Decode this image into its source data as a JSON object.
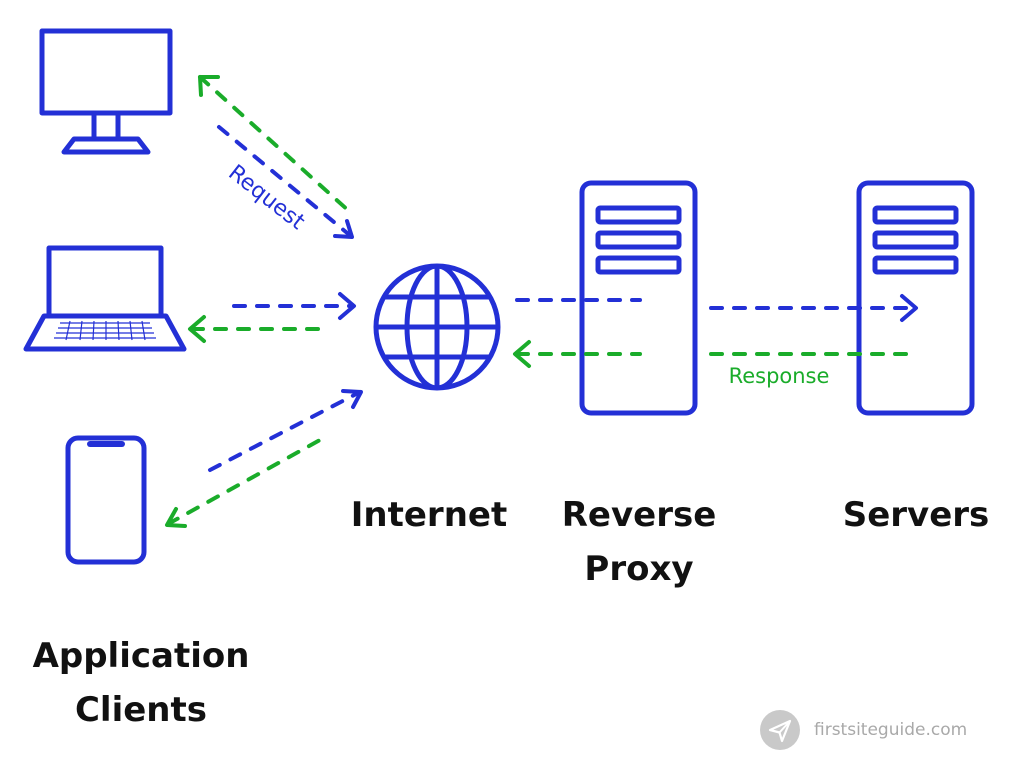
{
  "labels": {
    "request": "Request",
    "response": "Response",
    "internet": "Internet",
    "reverse_proxy_line1": "Reverse",
    "reverse_proxy_line2": "Proxy",
    "servers": "Servers",
    "clients_line1": "Application",
    "clients_line2": "Clients"
  },
  "watermark": {
    "text": "firstsiteguide.com",
    "icon": "paper-plane-icon"
  },
  "colors": {
    "request": "#2330d6",
    "response": "#1aac2a",
    "caption": "#111111",
    "watermark": "#a9a9a9"
  },
  "icons": {
    "desktop": "desktop-monitor-icon",
    "laptop": "laptop-icon",
    "phone": "smartphone-icon",
    "internet": "globe-icon",
    "reverse_proxy": "server-icon",
    "servers": "server-icon"
  }
}
